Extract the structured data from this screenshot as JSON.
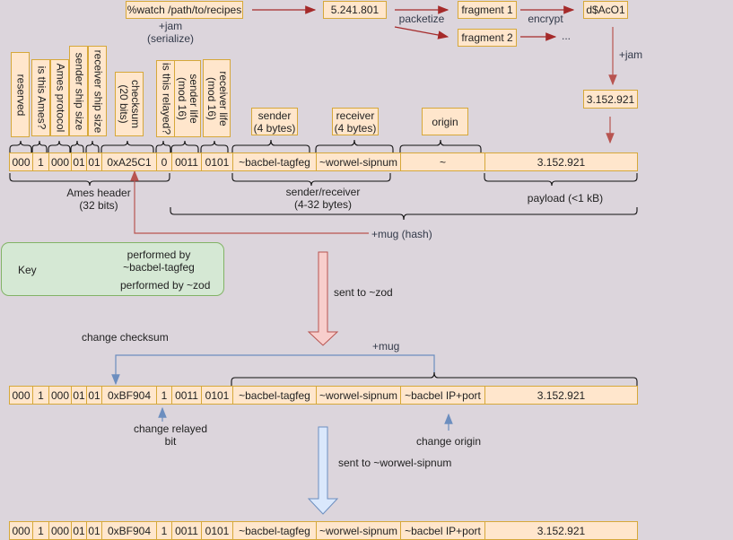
{
  "flow": {
    "watch_cmd": "%watch /path/to/recipes",
    "jam_serialize": "+jam\n(serialize)",
    "noun_atom": "5.241.801",
    "packetize": "packetize",
    "fragment1": "fragment 1",
    "fragment2": "fragment 2",
    "encrypt": "encrypt",
    "ellipsis": "...",
    "encrypted": "d$AcO1",
    "jam": "+jam",
    "jammed": "3.152.921"
  },
  "field_labels": {
    "reserved": "reserved",
    "is_ames": "is this Ames?",
    "ames_protocol": "Ames protocol",
    "sender_ship_size": "sender ship size",
    "receiver_ship_size": "receiver ship size",
    "checksum": "checksum\n(20 bits)",
    "is_relayed": "is this relayed?",
    "sender_life": "sender life\n(mod 16)",
    "receiver_life": "receiver life\n(mod 16)",
    "sender": "sender\n(4 bytes)",
    "receiver": "receiver\n(4 bytes)",
    "origin": "origin"
  },
  "packet_original": [
    "000",
    "1",
    "000",
    "01",
    "01",
    "0xA25C1",
    "0",
    "0011",
    "0101",
    "~bacbel-tagfeg",
    "~worwel-sipnum",
    "~",
    "3.152.921"
  ],
  "packet_relayed": [
    "000",
    "1",
    "000",
    "01",
    "01",
    "0xBF904",
    "1",
    "0011",
    "0101",
    "~bacbel-tagfeg",
    "~worwel-sipnum",
    "~bacbel IP+port",
    "3.152.921"
  ],
  "packet_final": [
    "000",
    "1",
    "000",
    "01",
    "01",
    "0xBF904",
    "1",
    "0011",
    "0101",
    "~bacbel-tagfeg",
    "~worwel-sipnum",
    "~bacbel IP+port",
    "3.152.921"
  ],
  "annotations": {
    "ames_header": "Ames header\n(32 bits)",
    "sender_receiver": "sender/receiver\n(4-32 bytes)",
    "payload": "payload (<1 kB)",
    "mug_hash": "+mug (hash)",
    "sent_to_zod": "sent to ~zod",
    "change_checksum": "change checksum",
    "mug": "+mug",
    "change_relayed_bit": "change relayed\nbit",
    "change_origin": "change origin",
    "sent_to_worwel": "sent to ~worwel-sipnum"
  },
  "key": {
    "title": "Key",
    "red_label": "performed by\n~bacbel-tagfeg",
    "blue_label": "performed by ~zod"
  },
  "colors": {
    "red_arrow": "#b85450",
    "blue_arrow": "#6c8ebf",
    "box_fill": "#ffe6cc",
    "box_border": "#d6a83a",
    "background": "#dcd5dc"
  }
}
